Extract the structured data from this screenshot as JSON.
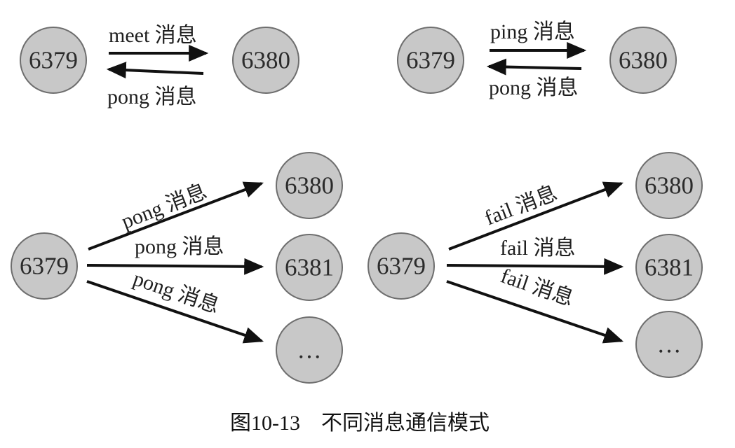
{
  "caption": "图10-13　不同消息通信模式",
  "colors": {
    "node_fill": "#c8c8c8",
    "node_stroke": "#6e6e6e",
    "arrow": "#111111",
    "text": "#1f1f1f"
  },
  "panels": {
    "meet_exchange": {
      "source": "6379",
      "target": "6380",
      "request_label": "meet 消息",
      "reply_label": "pong 消息"
    },
    "ping_exchange": {
      "source": "6379",
      "target": "6380",
      "request_label": "ping 消息",
      "reply_label": "pong 消息"
    },
    "pong_broadcast": {
      "source": "6379",
      "targets": [
        "6380",
        "6381",
        "…"
      ],
      "labels": [
        "pong 消息",
        "pong 消息",
        "pong 消息"
      ]
    },
    "fail_broadcast": {
      "source": "6379",
      "targets": [
        "6380",
        "6381",
        "…"
      ],
      "labels": [
        "fail 消息",
        "fail 消息",
        "fail 消息"
      ]
    }
  }
}
